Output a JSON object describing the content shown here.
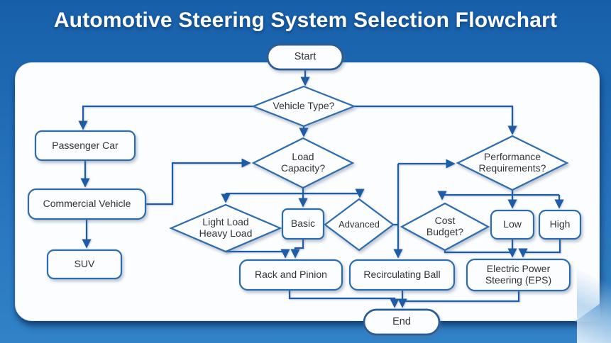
{
  "title": "Automotive Steering System Selection Flowchart",
  "diagram": {
    "nodes": {
      "start": {
        "label": "Start",
        "type": "terminator"
      },
      "vehicle_type": {
        "label": "Vehicle Type?",
        "type": "decision"
      },
      "passenger_car": {
        "label": "Passenger Car",
        "type": "process"
      },
      "commercial_vehicle": {
        "label": "Commercial Vehicle",
        "type": "process"
      },
      "suv": {
        "label": "SUV",
        "type": "process"
      },
      "load_capacity": {
        "label": "Load\nCapacity?",
        "type": "decision"
      },
      "light_heavy": {
        "label": "Light Load\nHeavy Load",
        "type": "decision"
      },
      "basic": {
        "label": "Basic",
        "type": "process"
      },
      "advanced": {
        "label": "Advanced",
        "type": "decision"
      },
      "performance_requirements": {
        "label": "Performance\nRequirements?",
        "type": "decision"
      },
      "cost_budget": {
        "label": "Cost\nBudget?",
        "type": "decision"
      },
      "low": {
        "label": "Low",
        "type": "process"
      },
      "high": {
        "label": "High",
        "type": "process"
      },
      "rack_and_pinion": {
        "label": "Rack and Pinion",
        "type": "process"
      },
      "recirculating_ball": {
        "label": "Recirculating Ball",
        "type": "process"
      },
      "eps": {
        "label": "Electric Power\nSteering (EPS)",
        "type": "process"
      },
      "end": {
        "label": "End",
        "type": "terminator"
      }
    },
    "edges": [
      {
        "from": "start",
        "to": "vehicle_type"
      },
      {
        "from": "vehicle_type",
        "to": "passenger_car"
      },
      {
        "from": "vehicle_type",
        "to": "load_capacity"
      },
      {
        "from": "vehicle_type",
        "to": "performance_requirements"
      },
      {
        "from": "passenger_car",
        "to": "commercial_vehicle"
      },
      {
        "from": "commercial_vehicle",
        "to": "suv"
      },
      {
        "from": "commercial_vehicle",
        "to": "load_capacity"
      },
      {
        "from": "load_capacity",
        "to": "light_heavy"
      },
      {
        "from": "load_capacity",
        "to": "basic"
      },
      {
        "from": "load_capacity",
        "to": "advanced"
      },
      {
        "from": "light_heavy",
        "to": "rack_and_pinion"
      },
      {
        "from": "basic",
        "to": "rack_and_pinion"
      },
      {
        "from": "advanced",
        "to": "performance_requirements"
      },
      {
        "from": "advanced",
        "to": "recirculating_ball"
      },
      {
        "from": "performance_requirements",
        "to": "cost_budget"
      },
      {
        "from": "performance_requirements",
        "to": "low"
      },
      {
        "from": "performance_requirements",
        "to": "high"
      },
      {
        "from": "cost_budget",
        "to": "eps"
      },
      {
        "from": "low",
        "to": "eps"
      },
      {
        "from": "high",
        "to": "eps"
      },
      {
        "from": "rack_and_pinion",
        "to": "end"
      },
      {
        "from": "recirculating_ball",
        "to": "end"
      },
      {
        "from": "eps",
        "to": "end"
      }
    ],
    "colors": {
      "background_top": "#175fa9",
      "background_bottom": "#3182c7",
      "panel": "#fcfdfe",
      "node_fill": "#fbfdff",
      "node_border": "#2e6cac",
      "arrow": "#1e5ca6",
      "node_text": "#333333",
      "title_text": "#ffffff"
    }
  }
}
